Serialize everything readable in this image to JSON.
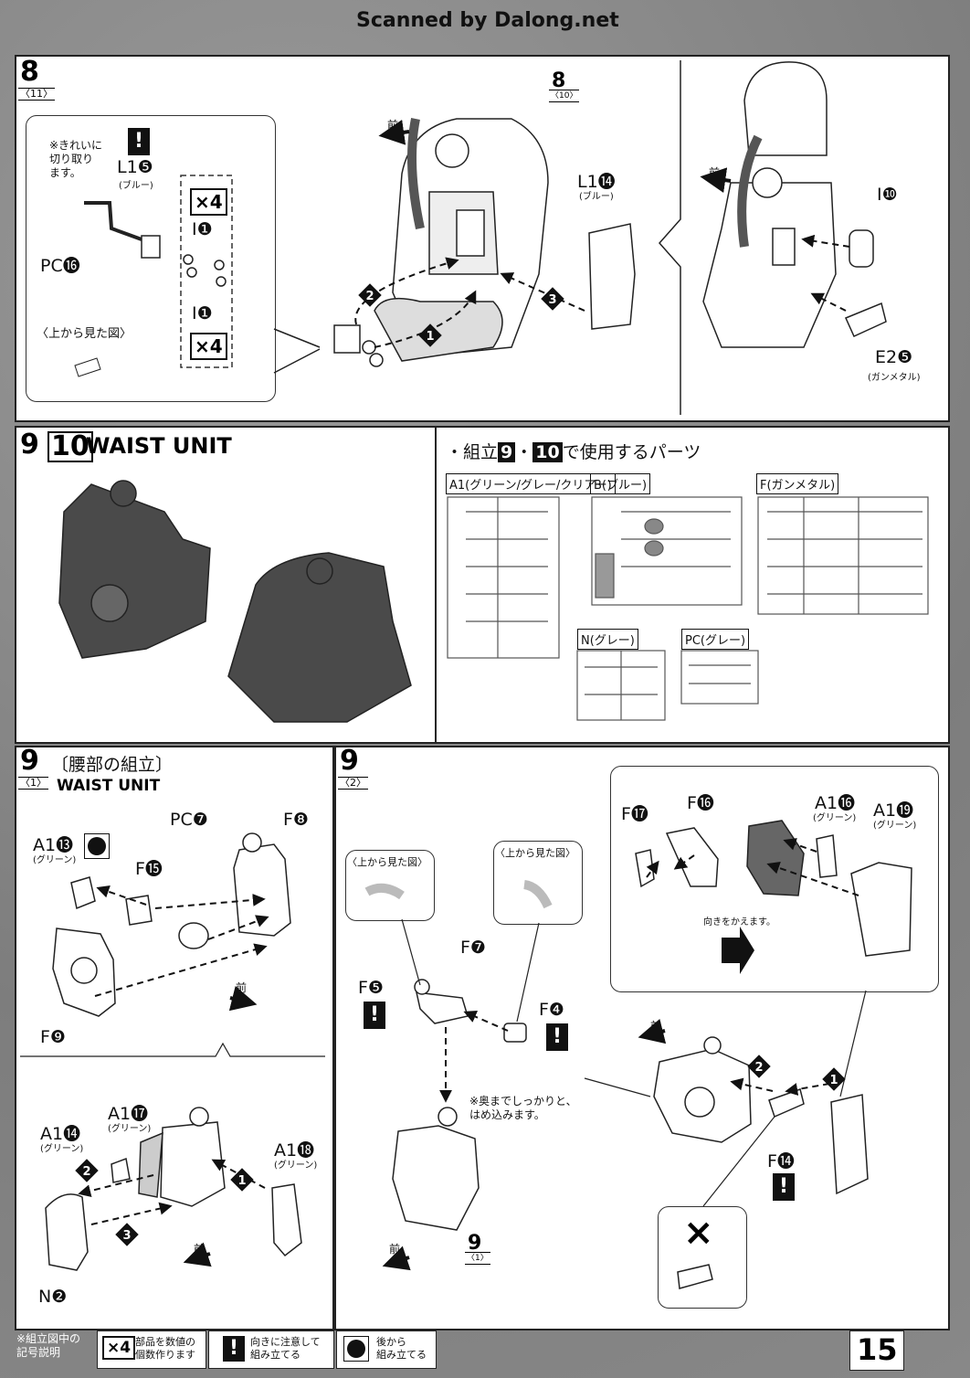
{
  "header": {
    "scanned_by": "Scanned by Dalong.net"
  },
  "step8": {
    "number": "8",
    "sub": "〈11〉",
    "ref_number": "8",
    "ref_sub": "〈10〉",
    "note_clean_cut": "※きれいに\n切り取り\nます。",
    "parts": {
      "l1_5": "L1❺",
      "l1_5_color": "(ブルー)",
      "pc_16": "PC⓰",
      "i1_top": "I❶",
      "i1_bottom": "I❶",
      "x4_top": "×4",
      "x4_bottom": "×4",
      "view_from_top": "〈上から見た図〉",
      "l1_14": "L1⓮",
      "l1_14_color": "(ブルー)",
      "i10": "I❿",
      "e2_5": "E2❺",
      "e2_5_color": "(ガンメタル)"
    },
    "front_label_1": "前",
    "front_label_2": "前",
    "callouts": [
      "1",
      "2",
      "3"
    ]
  },
  "step9_10_header": {
    "n9": "9",
    "n10": "10",
    "title": "WAIST UNIT",
    "parts_used_title": "・組立",
    "parts_used_mid": "・",
    "parts_used_tail": "で使用するパーツ",
    "n9b": "9",
    "n10b": "10",
    "runners": [
      {
        "label": "A1(グリーン/グレー/クリアー)"
      },
      {
        "label": "B(ブルー)"
      },
      {
        "label": "F(ガンメタル)"
      },
      {
        "label": "N(グレー)"
      },
      {
        "label": "PC(グレー)"
      }
    ]
  },
  "step9_1": {
    "number": "9",
    "sub": "〈1〉",
    "title_jp": "〔腰部の組立〕",
    "title_en": "WAIST UNIT",
    "parts": {
      "a1_13": "A1⓭",
      "a1_13_color": "(グリーン)",
      "pc7": "PC❼",
      "f8": "F❽",
      "f15": "F⓯",
      "f9": "F❾",
      "a1_17": "A1⓱",
      "a1_17_color": "(グリーン)",
      "a1_14": "A1⓮",
      "a1_14_color": "(グリーン)",
      "a1_18": "A1⓲",
      "a1_18_color": "(グリーン)",
      "n2": "N❷"
    },
    "front_label_1": "前",
    "front_label_2": "前"
  },
  "step9_2": {
    "number": "9",
    "sub": "〈2〉",
    "view_from_top_1": "〈上から見た図〉",
    "view_from_top_2": "〈上から見た図〉",
    "parts": {
      "f7": "F❼",
      "f5": "F❺",
      "f4": "F❹",
      "f17": "F⓱",
      "f16": "F⓰",
      "a1_16": "A1⓰",
      "a1_16_color": "(グリーン)",
      "a1_19": "A1⓳",
      "a1_19_color": "(グリーン)",
      "f14": "F⓮"
    },
    "note_press": "※奥までしっかりと、\nはめ込みます。",
    "note_turn": "向きをかえます。",
    "ref_number": "9",
    "ref_sub": "〈1〉",
    "front_label_1": "前",
    "front_label_2": "前",
    "wrong_mark": "×"
  },
  "legend": {
    "title": "※組立図中の\n記号説明",
    "x4": "×4",
    "x4_text": "部品を数値の\n個数作ります",
    "caution_text": "向きに注意して\n組み立てる",
    "back_text": "後から\n組み立てる"
  },
  "page_number": "15",
  "colors": {
    "ink": "#111111",
    "paper": "#ffffff",
    "frame": "#7d7d7d",
    "model": "#4a4a4a"
  }
}
